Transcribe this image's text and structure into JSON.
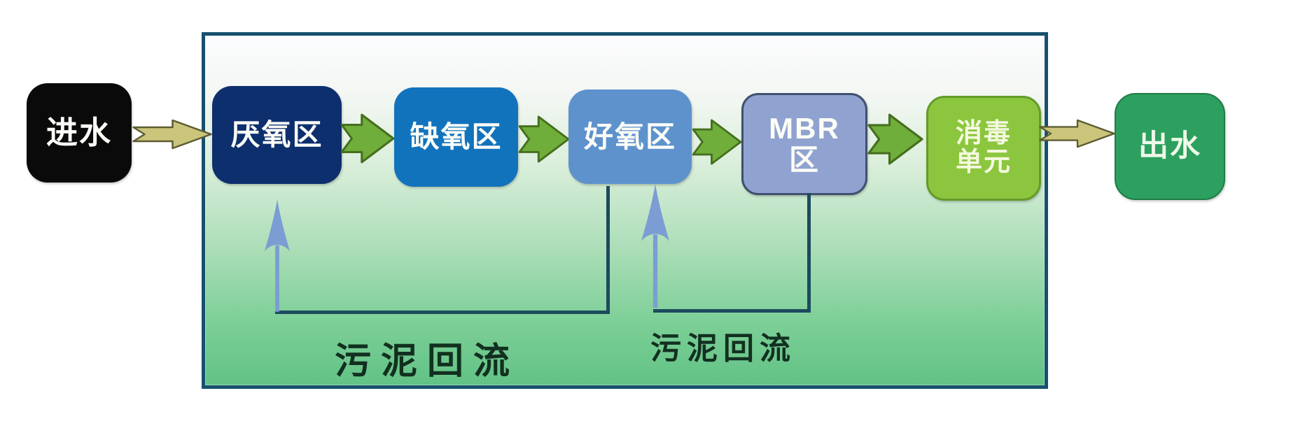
{
  "diagram": {
    "type": "process-flow",
    "boxes": {
      "inlet": {
        "label": "进水",
        "color": "#0a0a0a",
        "text_color": "#ffffff"
      },
      "anaerobic": {
        "label": "厌氧区",
        "color": "#0d2f6e",
        "text_color": "#ffffff"
      },
      "anoxic": {
        "label": "缺氧区",
        "color": "#1273bd",
        "text_color": "#ffffff"
      },
      "aerobic": {
        "label": "好氧区",
        "color": "#5e92cd",
        "text_color": "#ffffff"
      },
      "mbr": {
        "line1": "MBR",
        "line2": "区",
        "color": "#90a3d0",
        "text_color": "#ffffff"
      },
      "disinfection": {
        "line1": "消毒",
        "line2": "单元",
        "color": "#8cc63f",
        "text_color": "#f4f9df"
      },
      "outlet": {
        "label": "出水",
        "color": "#2da05f",
        "text_color": "#eff8e9"
      }
    },
    "flow_order": [
      "进水",
      "厌氧区",
      "缺氧区",
      "好氧区",
      "MBR区",
      "消毒单元",
      "出水"
    ],
    "annotations": {
      "sludge_return_1": "污泥回流",
      "sludge_return_2": "污泥回流"
    },
    "recycle_paths": [
      {
        "from": "好氧区",
        "to": "厌氧区",
        "label": "污泥回流"
      },
      {
        "from": "MBR区",
        "to": "好氧区",
        "label": "污泥回流"
      }
    ],
    "colors": {
      "boundary_border": "#17506e",
      "boundary_gradient_top": "#fcfcfe",
      "boundary_gradient_bottom": "#62c286",
      "flow_arrow_green": "#6fae3a",
      "flow_arrow_green_outline": "#456f1e",
      "io_arrow_olive": "#cbc57c",
      "io_arrow_olive_outline": "#5d5d33",
      "recycle_arrow_blue": "#7b9dd3",
      "recycle_line": "#1c4a5e",
      "sludge_label_text": "#12301f"
    }
  }
}
